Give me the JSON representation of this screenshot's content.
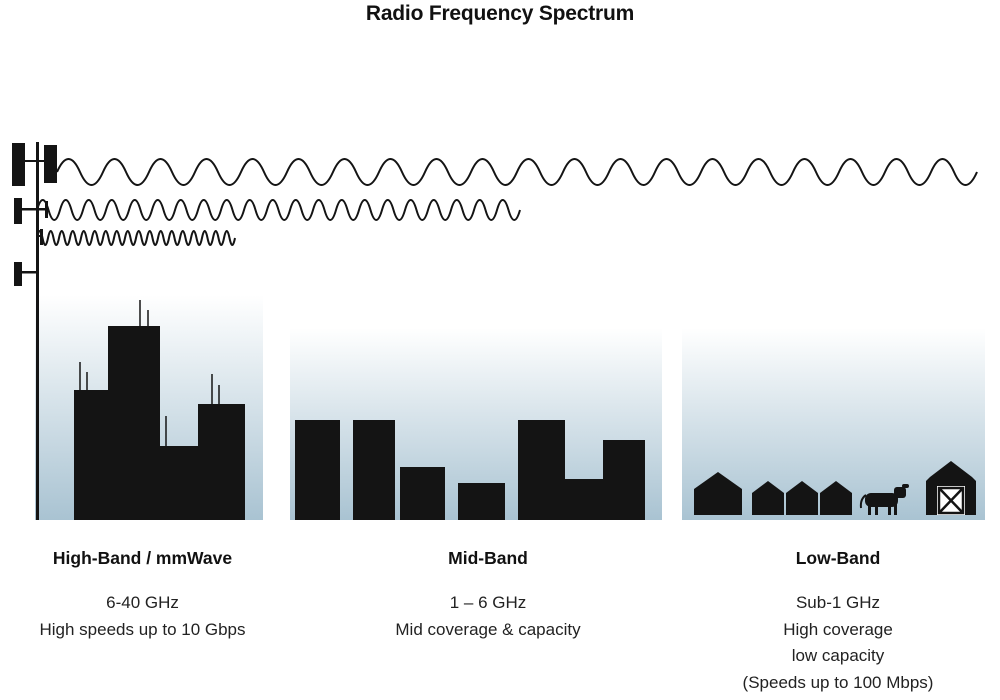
{
  "title": "Radio Frequency Spectrum",
  "bands": [
    {
      "name": "High-Band / mmWave",
      "lines": [
        "6-40 GHz",
        "High speeds up to 10 Gbps"
      ]
    },
    {
      "name": "Mid-Band",
      "lines": [
        "1 – 6 GHz",
        "Mid coverage & capacity"
      ]
    },
    {
      "name": "Low-Band",
      "lines": [
        "Sub-1 GHz",
        "High coverage",
        "low capacity",
        "(Speeds up to 100 Mbps)"
      ]
    }
  ],
  "icons": [
    "cell-tower-icon",
    "long-wavelength-wave-icon",
    "medium-wavelength-wave-icon",
    "short-wavelength-wave-icon",
    "highband-skyline-icon",
    "midband-buildings-icon",
    "houses-icon",
    "cow-icon",
    "barn-icon"
  ],
  "colors": {
    "silhouette": "#141414",
    "sky_gradient_bottom": "#a9c3d2",
    "text": "#222222",
    "heading": "#111111"
  }
}
